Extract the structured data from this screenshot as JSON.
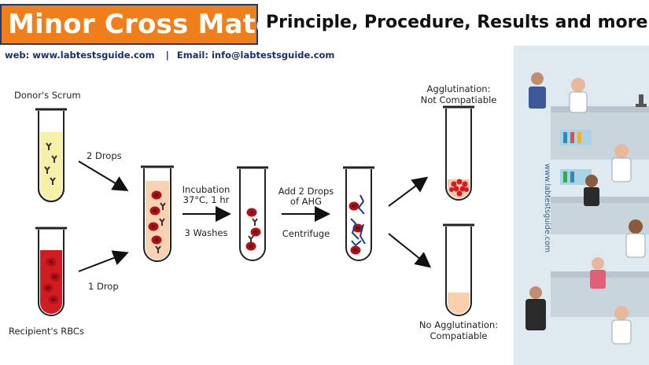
{
  "header": {
    "title": "Minor Cross Match",
    "subtitle": "Principle, Procedure, Results and more"
  },
  "contact": {
    "web": "web:  www.labtestsguide.com",
    "separator": "|",
    "email": "Email: info@labtestsguide.com"
  },
  "labels": {
    "donor_serum": "Donor's Scrum",
    "two_drops": "2 Drops",
    "one_drop": "1 Drop",
    "recipient_rbcs": "Recipient's RBCs",
    "incubation_1": "Incubation",
    "incubation_2": "37°C, 1 hr",
    "washes": "3 Washes",
    "ahg_1": "Add 2 Drops",
    "ahg_2": "of AHG",
    "centrifuge": "Centrifuge",
    "agglutination_1": "Agglutination:",
    "agglutination_2": "Not Compatiable",
    "no_agglutination_1": "No Agglutination:",
    "no_agglutination_2": "Compatiable"
  },
  "panel": {
    "watermark": "www.labtestsguide.com"
  },
  "colors": {
    "banner_orange": "#f07f1b",
    "banner_border": "#1f3a6b",
    "serum_yellow": "#f7f0a8",
    "blood_red": "#d21c22",
    "mix_peach": "#f8d3b3",
    "rbc_red": "#b0121a",
    "antibody_blue": "#1e3a8a",
    "panel_bg": "#dfe9f0"
  }
}
